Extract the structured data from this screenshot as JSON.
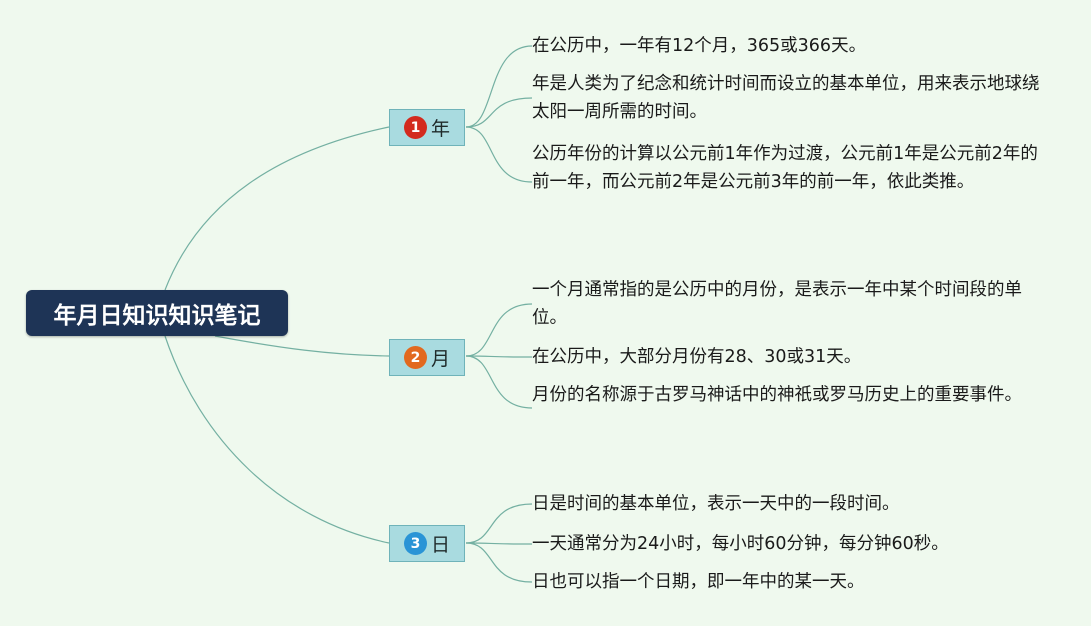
{
  "root": {
    "label": "年月日知识知识笔记"
  },
  "colors": {
    "line": "#74b0a2",
    "root_bg": "#1e3456",
    "branch_bg": "#a9dbe0"
  },
  "branches": [
    {
      "number": "1",
      "label": "年",
      "badge_color": "#d32a1e",
      "leaves": [
        "在公历中，一年有12个月，365或366天。",
        "年是人类为了纪念和统计时间而设立的基本单位，用来表示地球绕太阳一周所需的时间。",
        "公历年份的计算以公元前1年作为过渡，公元前1年是公元前2年的前一年，而公元前2年是公元前3年的前一年，依此类推。"
      ]
    },
    {
      "number": "2",
      "label": "月",
      "badge_color": "#e2691f",
      "leaves": [
        "一个月通常指的是公历中的月份，是表示一年中某个时间段的单位。",
        "在公历中，大部分月份有28、30或31天。",
        "月份的名称源于古罗马神话中的神祇或罗马历史上的重要事件。"
      ]
    },
    {
      "number": "3",
      "label": "日",
      "badge_color": "#2a94d6",
      "leaves": [
        "日是时间的基本单位，表示一天中的一段时间。",
        "一天通常分为24小时，每小时60分钟，每分钟60秒。",
        "日也可以指一个日期，即一年中的某一天。"
      ]
    }
  ]
}
